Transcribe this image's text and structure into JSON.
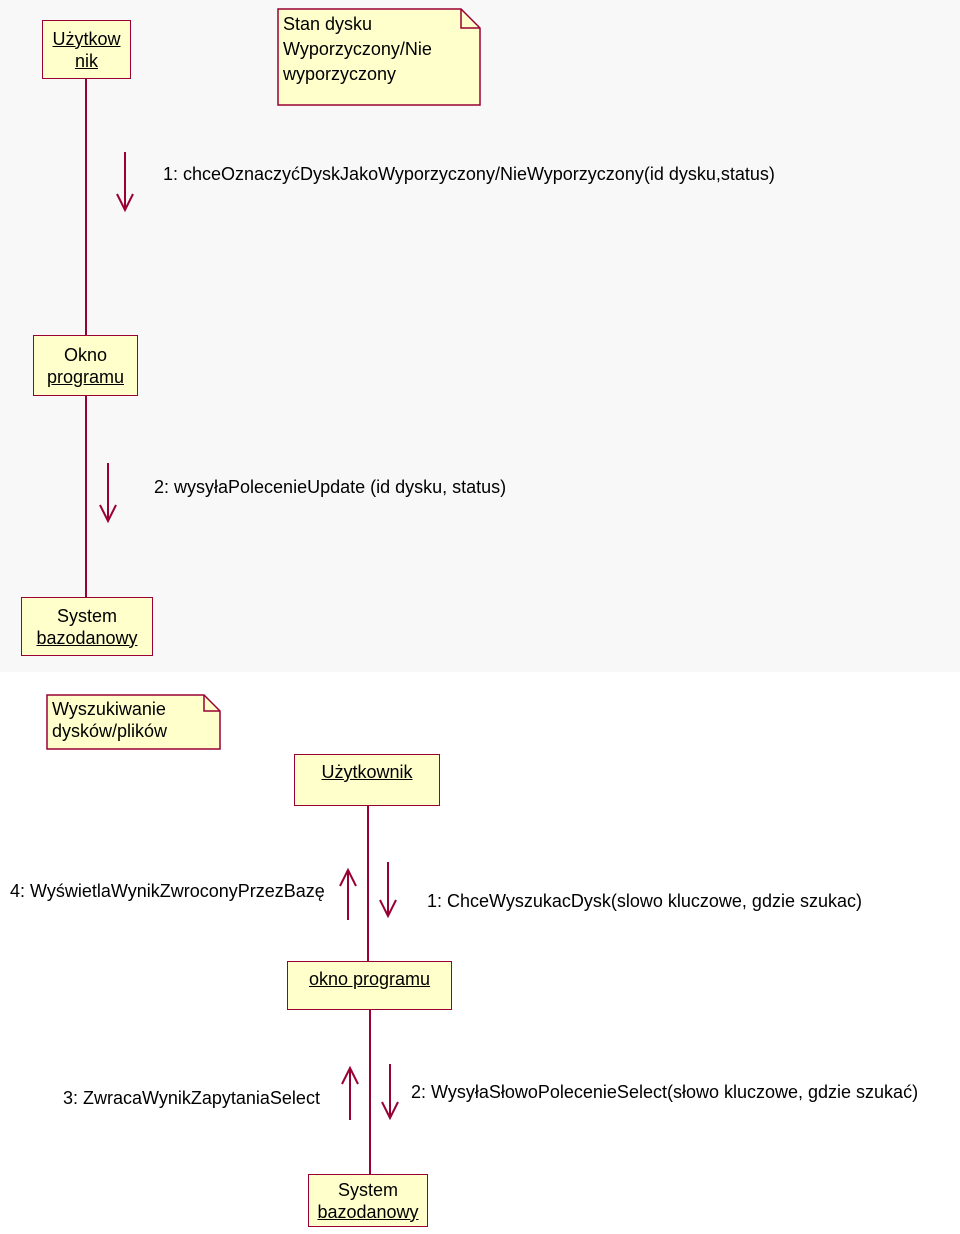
{
  "diagram1": {
    "note": "Stan dysku\nWyporzyczony/Nie\nwyporzyczony",
    "objects": {
      "user": [
        "Użytkow",
        "nik"
      ],
      "window": [
        "Okno",
        "programu"
      ],
      "db": [
        "System",
        "bazodanowy"
      ]
    },
    "messages": {
      "m1": "1: chceOznaczyćDyskJakoWyporzyczony/NieWyporzyczony(id dysku,status)",
      "m2": "2: wysyłaPolecenieUpdate (id dysku, status)"
    }
  },
  "diagram2": {
    "note": "Wyszukiwanie\ndysków/plików",
    "objects": {
      "user": [
        "Użytkownik"
      ],
      "window": [
        "okno programu"
      ],
      "db": [
        "System",
        "bazodanowy"
      ]
    },
    "messages": {
      "m1": "1: ChceWyszukacDysk(slowo kluczowe, gdzie szukac)",
      "m2": "2: WysyłaSłowoPolecenieSelect(słowo kluczowe, gdzie szukać)",
      "m3": "3: ZwracaWynikZapytaniaSelect",
      "m4": "4: WyświetlaWynikZwroconyPrzezBazę"
    }
  },
  "colors": {
    "object_fill": "#ffffcc",
    "border": "#990033",
    "arrow": "#990033",
    "panel": "#f8f8f8"
  }
}
